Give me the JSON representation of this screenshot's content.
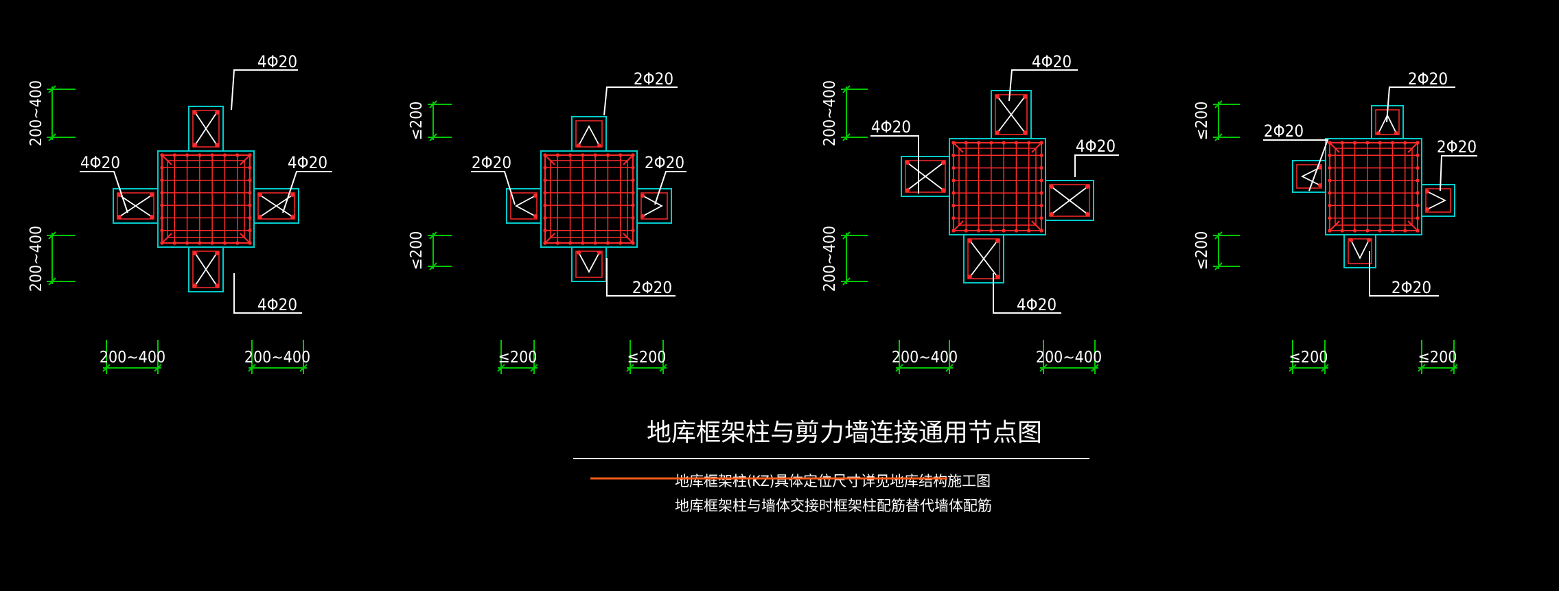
{
  "colors": {
    "background": "#000000",
    "outline": "#00cccc",
    "rebar": "#ff2b2b",
    "dimension": "#00c800",
    "leader": "#ffffff",
    "strike": "#ff5a1a"
  },
  "details": [
    {
      "labels": {
        "top": "4Φ20",
        "bottom": "4Φ20",
        "left": "4Φ20",
        "right": "4Φ20"
      },
      "dims": {
        "vert_top": "200~400",
        "vert_bottom": "200~400",
        "horiz_left": "200~400",
        "horiz_right": "200~400"
      }
    },
    {
      "labels": {
        "top": "2Φ20",
        "bottom": "2Φ20",
        "left": "2Φ20",
        "right": "2Φ20"
      },
      "dims": {
        "vert_top": "≤200",
        "vert_bottom": "≤200",
        "horiz_left": "≤200",
        "horiz_right": "≤200"
      }
    },
    {
      "labels": {
        "top": "4Φ20",
        "bottom": "4Φ20",
        "left": "4Φ20",
        "right": "4Φ20"
      },
      "dims": {
        "vert_top": "200~400",
        "vert_bottom": "200~400",
        "horiz_left": "200~400",
        "horiz_right": "200~400"
      }
    },
    {
      "labels": {
        "top": "2Φ20",
        "bottom": "2Φ20",
        "left": "2Φ20",
        "right": "2Φ20"
      },
      "dims": {
        "vert_top": "≤200",
        "vert_bottom": "≤200",
        "horiz_left": "≤200",
        "horiz_right": "≤200"
      }
    }
  ],
  "title": "地库框架柱与剪力墙连接通用节点图",
  "notes": [
    "地库框架柱(KZ)具体定位尺寸详见地库结构施工图",
    "地库框架柱与墙体交接时框架柱配筋替代墙体配筋"
  ]
}
